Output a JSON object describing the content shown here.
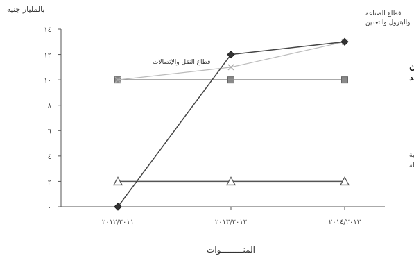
{
  "chart_data": {
    "type": "line",
    "title": "",
    "ylabel": "بالمليار جنيه",
    "xlabel": "المنـــــــــوات",
    "ylim": [
      0,
      14
    ],
    "yticks": [
      0,
      2,
      4,
      6,
      8,
      10,
      12,
      14
    ],
    "ytick_labels": [
      "٠",
      "٢",
      "٤",
      "٦",
      "٨",
      "١٠",
      "١٢",
      "١٤"
    ],
    "categories": [
      "٢٠١٢/٢٠١١",
      "٢٠١٣/٢٠١٢",
      "٢٠١٤/٢٠١٣"
    ],
    "grid": false,
    "series": [
      {
        "name": "قطاع الصناعة والبترول والتعدين",
        "values": [
          0,
          12,
          13
        ],
        "color": "#444444",
        "marker": "diamond"
      },
      {
        "name": "قطاع النقل والإتصالات",
        "values": [
          10,
          11,
          13
        ],
        "color": "#bbbbbb",
        "marker": "x"
      },
      {
        "name": "قطاع الاسكان والتشييد",
        "values": [
          10,
          10,
          10
        ],
        "color": "#777777",
        "marker": "square"
      },
      {
        "name": "قطاع الخدمات الصحية والبيئة والقوى العاملة",
        "values": [
          2,
          2,
          2
        ],
        "color": "#555555",
        "marker": "triangle"
      }
    ],
    "annotations": [
      {
        "lines": [
          "قطاع الصناعة",
          "والبترول والتعدين"
        ],
        "series": 0
      },
      {
        "lines": [
          "قطاع النقل والإتصالات"
        ],
        "series": 1
      },
      {
        "lines": [
          "قطاع الاسكان",
          "والتشييد"
        ],
        "series": 2
      },
      {
        "lines": [
          "قطاع الخدمات الصحية",
          "والبيئة والقوى العاملة"
        ],
        "series": 3
      }
    ]
  }
}
